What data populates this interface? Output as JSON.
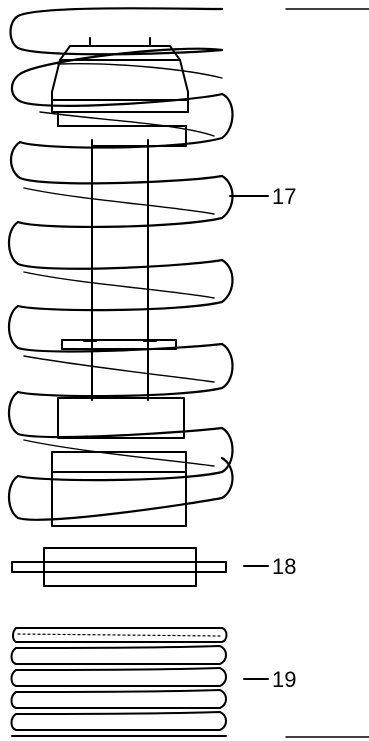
{
  "callouts": [
    {
      "label": "17"
    },
    {
      "label": "18"
    },
    {
      "label": "19"
    }
  ],
  "colors": {
    "stroke": "#000000",
    "background": "#ffffff"
  },
  "parts": [
    {
      "id": "coil-spring-assembly",
      "callout": "17"
    },
    {
      "id": "spring-seat",
      "callout": "18"
    },
    {
      "id": "helper-spring",
      "callout": "19"
    }
  ]
}
